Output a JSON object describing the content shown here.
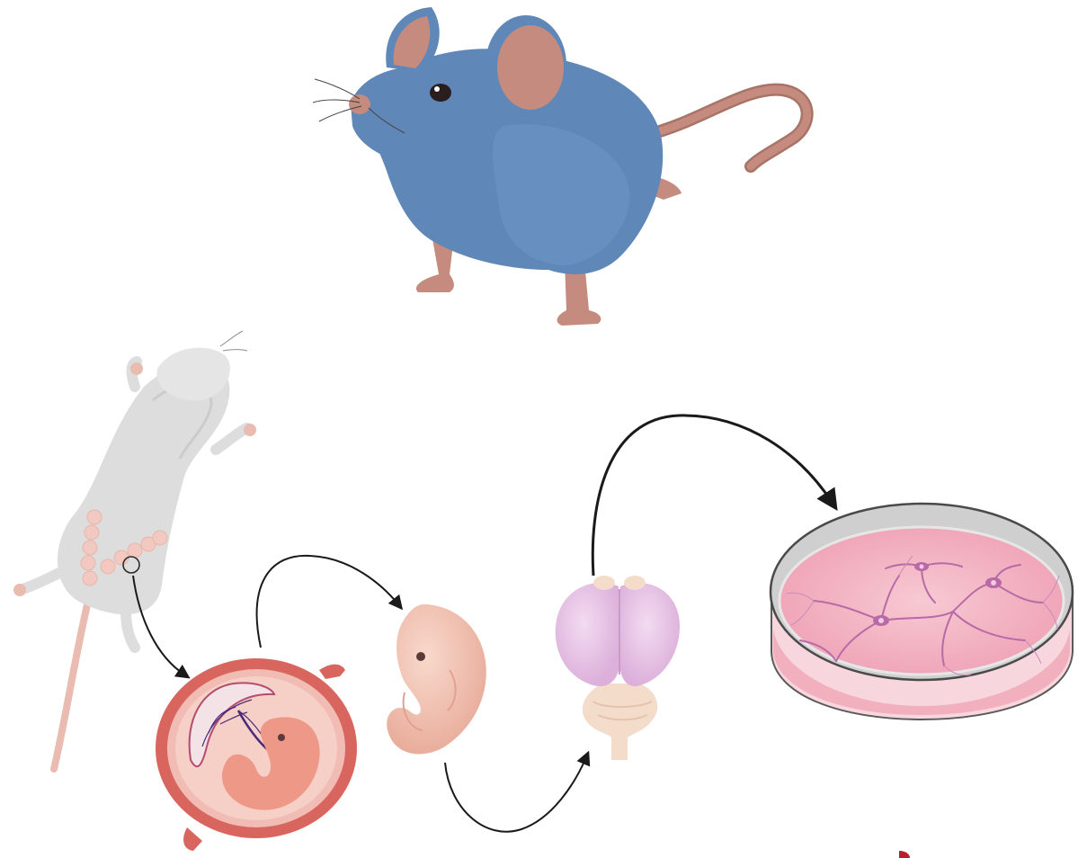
{
  "figure": {
    "description_elements": [
      {
        "name": "blue-mouse",
        "color": "#5f87b8"
      },
      {
        "name": "pregnant-mouse",
        "color": "#dcdcdc"
      },
      {
        "name": "uterus-embryo",
        "color": "#d9665e"
      },
      {
        "name": "embryo",
        "color": "#f0c4b4"
      },
      {
        "name": "brain",
        "color": "#e8c6e6"
      },
      {
        "name": "petri-dish-neurons",
        "color": "#f2b6c4"
      }
    ],
    "arrow_color": "#1a1a1a"
  }
}
